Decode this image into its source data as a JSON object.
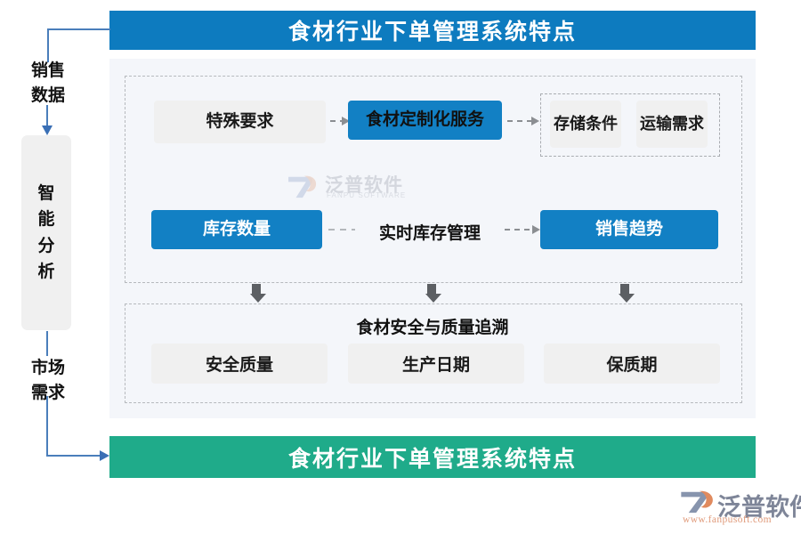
{
  "header": {
    "title": "食材行业下单管理系统特点"
  },
  "footer": {
    "title": "食材行业下单管理系统特点"
  },
  "colors": {
    "header_blue": "#0d7bbf",
    "footer_green": "#1fab8a",
    "node_blue": "#1280c4",
    "node_grey": "#f0f0f0",
    "panel_bg": "#f4f6fa",
    "flow_line_blue": "#4a7ebb",
    "arrow_grey": "#5c5f63",
    "dash_border": "#b6b9bd"
  },
  "left_flow": {
    "label_top": "销售\n数据",
    "label_top_line1": "销售",
    "label_top_line2": "数据",
    "box_label": "智能分析",
    "label_bottom_line1": "市场",
    "label_bottom_line2": "需求"
  },
  "upper_section": {
    "special_request": "特殊要求",
    "custom_service": "食材定制化服务",
    "storage_condition": "存储条件",
    "transport_demand": "运输需求",
    "stock_quantity": "库存数量",
    "realtime_label": "实时库存管理",
    "sales_trend": "销售趋势"
  },
  "lower_section": {
    "title": "食材安全与质量追溯",
    "items": [
      {
        "label": "安全质量"
      },
      {
        "label": "生产日期"
      },
      {
        "label": "保质期"
      }
    ]
  },
  "watermark": {
    "text": "泛普软件",
    "sub": "FANPU SOFTWARE"
  },
  "logo": {
    "name": "泛普软件",
    "url": "www.fanpusoft.com"
  }
}
